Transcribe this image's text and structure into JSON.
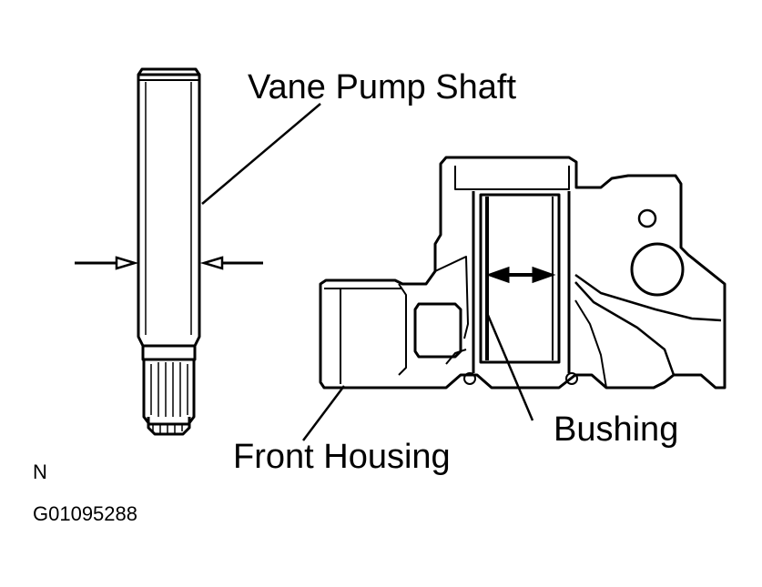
{
  "labels": {
    "shaft": "Vane Pump Shaft",
    "bushing": "Bushing",
    "housing": "Front Housing",
    "orientation": "N",
    "figure_id": "G01095288"
  },
  "colors": {
    "ink": "#000000",
    "background": "#ffffff"
  }
}
